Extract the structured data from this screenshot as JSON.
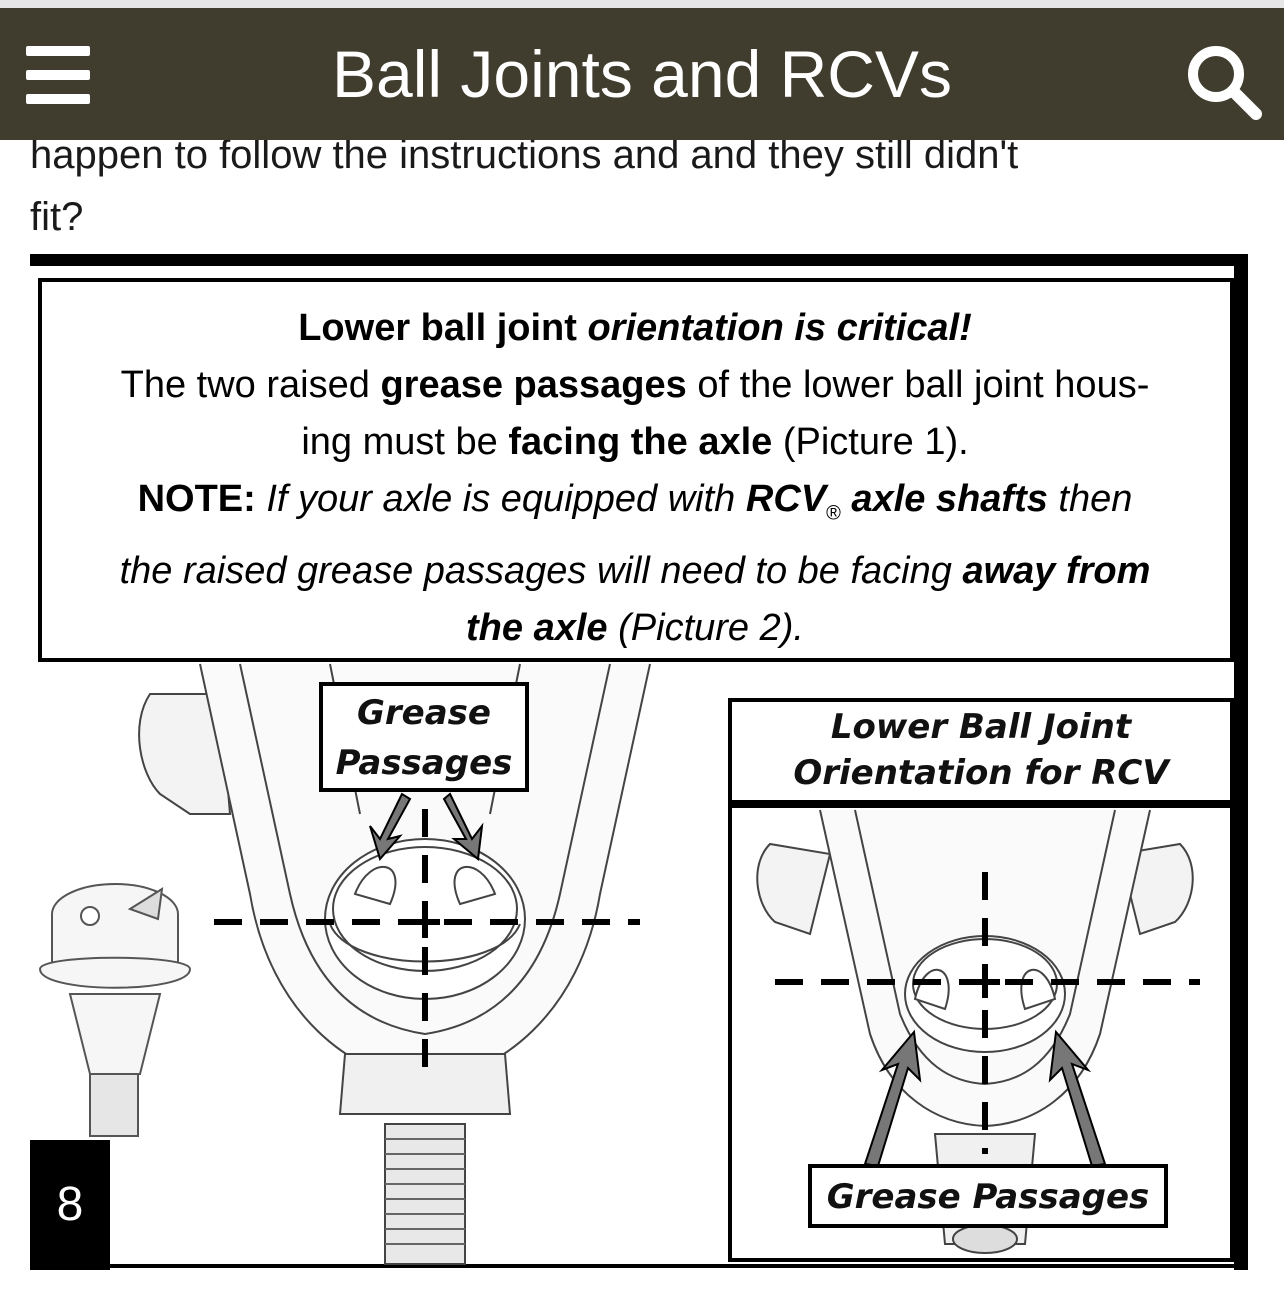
{
  "appbar": {
    "title": "Ball Joints and RCVs",
    "menu_icon": "hamburger-menu-icon",
    "search_icon": "search-icon",
    "background_color": "#403d2e"
  },
  "post": {
    "text_line1": "happen to follow the instructions and and they still didn't",
    "text_line2": "fit?"
  },
  "figure": {
    "notice": {
      "line1_a": "Lower ball joint ",
      "line1_b": "orientation is critical!",
      "line2_a": "The two raised ",
      "line2_b": "grease passages",
      "line2_c": " of the lower ball joint hous-",
      "line3_a": "ing must be ",
      "line3_b": "facing the axle",
      "line3_c": " (Picture 1).",
      "line4_a": "NOTE:",
      "line4_b": " If your axle is equipped with ",
      "line4_c": "RCV",
      "line4_reg": "®",
      "line4_d": " axle shafts",
      "line4_e": " then",
      "line5_a": "the raised grease passages will need to be facing ",
      "line5_b": "away from",
      "line6_a": "the axle",
      "line6_b": " (Picture 2)."
    },
    "label_grease_passages_1_line1": "Grease",
    "label_grease_passages_1_line2": "Passages",
    "label_rcv_line1": "Lower Ball Joint",
    "label_rcv_line2": "Orientation for RCV",
    "label_grease_passages_2": "Grease Passages",
    "page_number": "8"
  }
}
